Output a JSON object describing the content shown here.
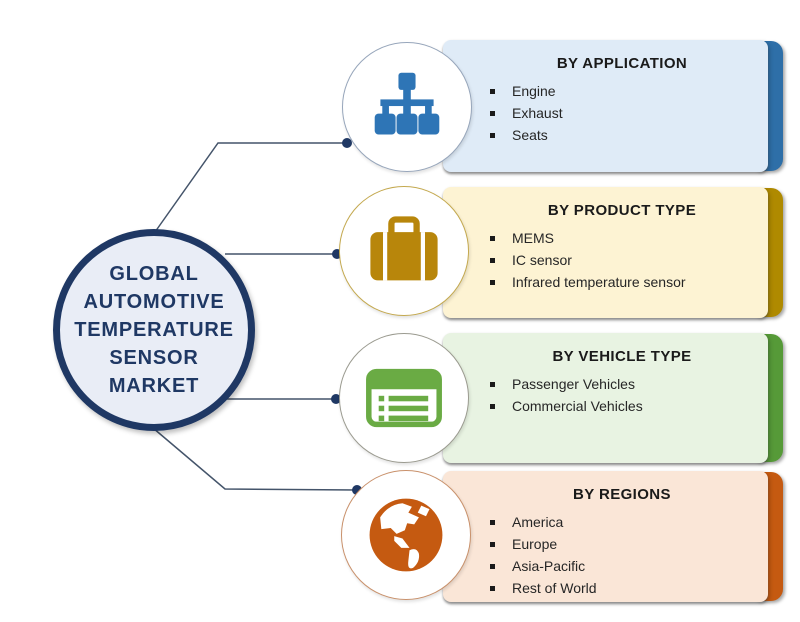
{
  "title": "GLOBAL AUTOMOTIVE TEMPERATURE SENSOR MARKET",
  "center": {
    "lines": [
      "GLOBAL",
      "AUTOMOTIVE",
      "TEMPERATURE",
      "SENSOR",
      "MARKET"
    ],
    "border_color": "#1F3864",
    "fill_color": "#E9EDF6",
    "text_color": "#1F3864"
  },
  "panels": [
    {
      "header": "BY APPLICATION",
      "icon": "sitemap-icon",
      "icon_color": "#2E75B6",
      "fill_color": "#DFEBF7",
      "accent_color": "#2E6FA8",
      "items": [
        "Engine",
        "Exhaust",
        "Seats"
      ]
    },
    {
      "header": "BY PRODUCT TYPE",
      "icon": "briefcase-icon",
      "icon_color": "#B8860B",
      "fill_color": "#FDF3D3",
      "accent_color": "#AF8A00",
      "items": [
        "MEMS",
        "IC sensor",
        "Infrared temperature sensor"
      ]
    },
    {
      "header": "BY VEHICLE TYPE",
      "icon": "list-icon",
      "icon_color": "#6AAB44",
      "fill_color": "#E8F3E2",
      "accent_color": "#569A38",
      "items": [
        "Passenger Vehicles",
        "Commercial Vehicles"
      ]
    },
    {
      "header": "BY REGIONS",
      "icon": "globe-icon",
      "icon_color": "#C55A11",
      "fill_color": "#FAE6D7",
      "accent_color": "#C55A11",
      "items": [
        "America",
        "Europe",
        "Asia-Pacific",
        "Rest of World"
      ]
    }
  ],
  "connector_color": "#44546A",
  "connector_dot_color": "#1F3864"
}
